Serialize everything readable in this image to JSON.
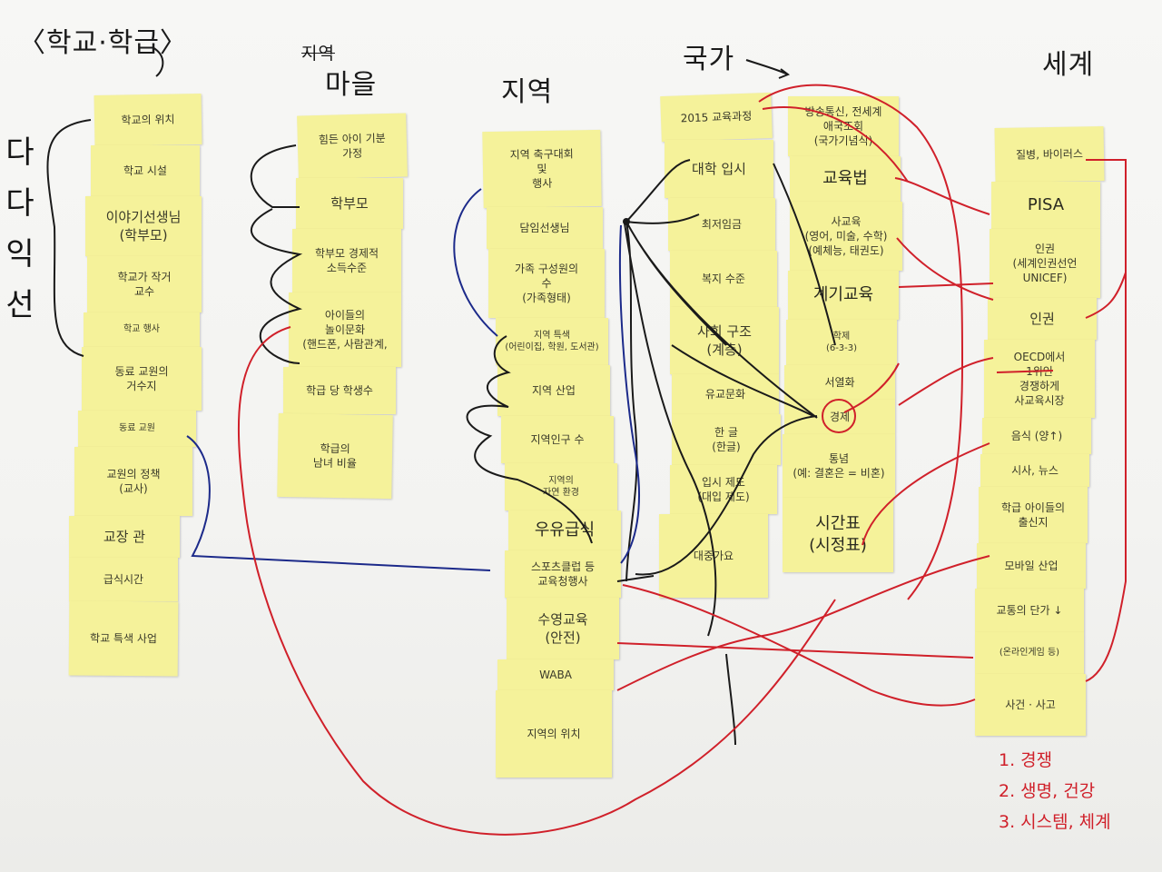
{
  "headings": {
    "school": "〈학교·학급〉",
    "village_crossed": "지역",
    "village": "마을",
    "region": "지역",
    "nation": "국가",
    "world": "세계"
  },
  "side_vertical": [
    "다",
    "다",
    "익",
    "선"
  ],
  "columns": {
    "school": [
      "학교의 위치",
      "학교 시설",
      "이야기선생님\n(학부모)",
      "학교가 작거\n교수",
      "학교 행사",
      "동료 교원의\n거수지",
      "동료 교원",
      "교원의 정책\n(교사)",
      "교장 관",
      "급식시간",
      "학교 특색 사업"
    ],
    "village": [
      "힘든 아이 기분\n가정",
      "학부모",
      "학부모 경제적\n소득수준",
      "아이들의\n놀이문화\n(핸드폰, 사람관계,",
      "학급 당 학생수",
      "학급의\n남녀 비율"
    ],
    "region": [
      "지역 축구대회\n및\n행사",
      "담임선생님",
      "가족 구성원의\n수\n(가족형태)",
      "지역 특색\n(어린이집, 학원, 도서관)",
      "지역 산업",
      "지역인구 수",
      "지역의\n자연 환경",
      "우유급식",
      "스포츠클럽 등\n교육청행사",
      "수영교육\n(안전)",
      "WABA",
      "지역의 위치"
    ],
    "nation_a": [
      "2015 교육과정",
      "대학 입시",
      "최저임금",
      "복지 수준",
      "사회 구조\n(계층)",
      "유교문화",
      "한 글\n(한글)",
      "입시 제도\n(대입 제도)",
      "대중가요"
    ],
    "nation_b": [
      "방송통신, 전세계\n애국조회\n(국가기념식)",
      "교육법",
      "사교육\n(영어, 미술, 수학)\n(예체능, 태권도)",
      "계기교육",
      "학제\n(6-3-3)",
      "서열화",
      "경제",
      "통념\n(예: 결혼은 = 비혼)",
      "시간표\n(시정표)"
    ],
    "world": [
      "질병, 바이러스",
      "PISA",
      "인권\n(세계인권선언 UNICEF)",
      "인권",
      "OECD에서\n1위인\n경쟁하게\n사교육시장",
      "음식 (양↑)",
      "시사, 뉴스",
      "학급 아이들의\n출신지",
      "모바일 산업",
      "교통의 단가 ↓",
      "(온라인게임 등)",
      "사건 · 사고"
    ]
  },
  "legend": [
    "1. 경쟁",
    "2. 생명, 건강",
    "3. 시스템, 체계"
  ],
  "colors": {
    "note": "#f5f29a",
    "black_ink": "#1a1a1a",
    "blue_ink": "#1c2a8a",
    "red_ink": "#d0202a"
  }
}
